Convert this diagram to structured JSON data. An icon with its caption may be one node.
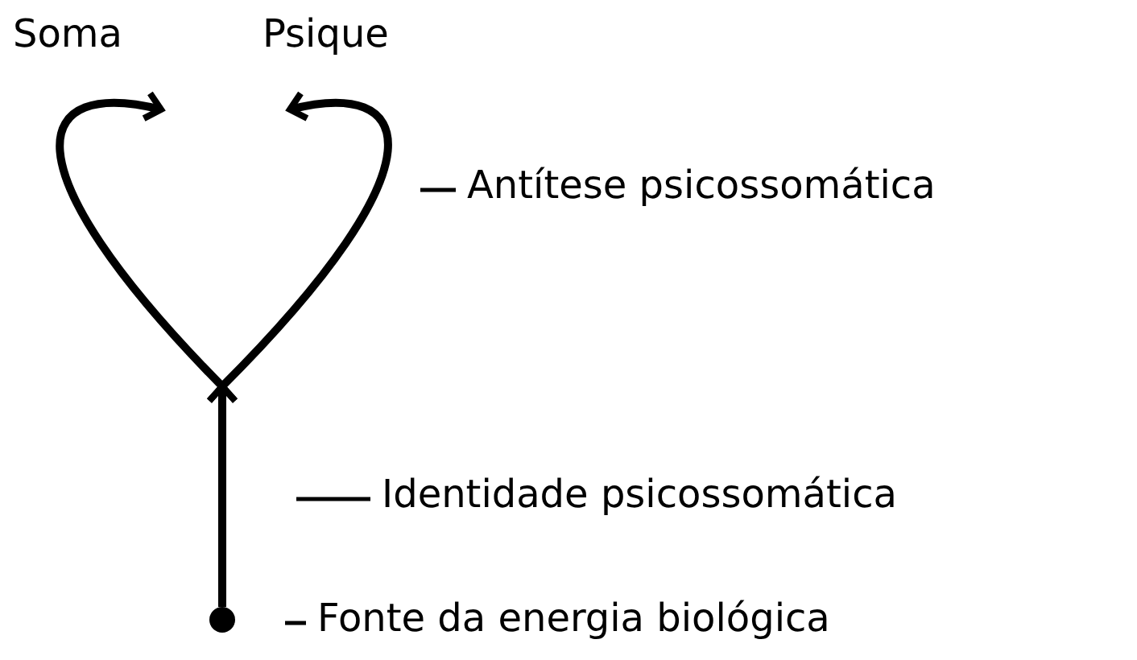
{
  "diagram": {
    "nodes": [
      {
        "text": [
          "Soma"
        ]
      },
      {
        "text": [
          "Psique"
        ]
      },
      {
        "text": [],
        "shape": "circle"
      },
      {
        "text": [
          "Antítese psicossomática"
        ]
      },
      {
        "text": [
          "Identidade psicossomática"
        ]
      },
      {
        "text": [
          "Fonte da energia biológica"
        ]
      }
    ],
    "edges": [
      {
        "from": 2,
        "to": 0,
        "arrow": "to",
        "style": "thick"
      },
      {
        "from": 2,
        "to": 1,
        "arrow": "to",
        "style": "thick"
      },
      {
        "from": 3,
        "to": null,
        "arrow": "none"
      },
      {
        "from": 4,
        "to": null,
        "arrow": "none"
      },
      {
        "from": 5,
        "to": null,
        "arrow": "none"
      }
    ]
  }
}
